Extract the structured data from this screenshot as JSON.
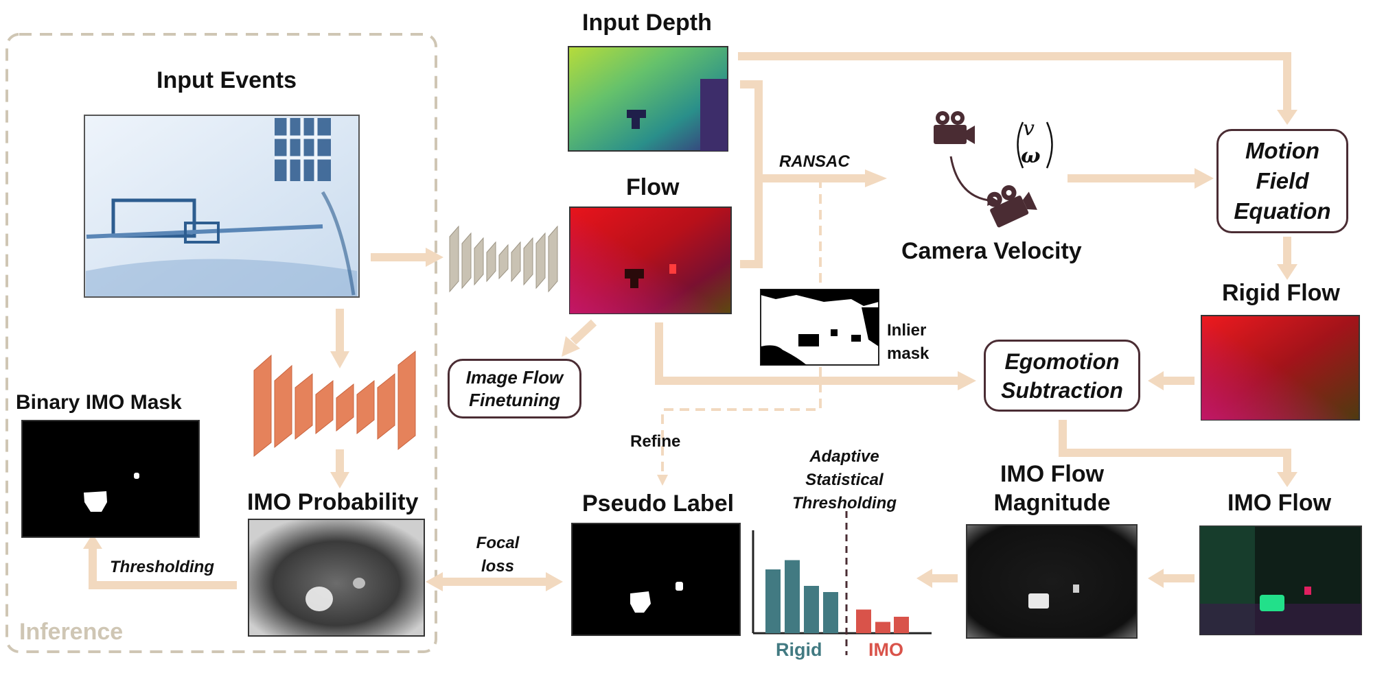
{
  "labels": {
    "input_depth": "Input Depth",
    "input_events": "Input Events",
    "flow": "Flow",
    "ransac": "RANSAC",
    "camera_velocity": "Camera Velocity",
    "velocity_v": "v",
    "velocity_w": "ω",
    "rigid_flow": "Rigid Flow",
    "inlier_mask_line1": "Inlier",
    "inlier_mask_line2": "mask",
    "binary_imo_mask": "Binary IMO Mask",
    "imo_probability": "IMO Probability",
    "thresholding": "Thresholding",
    "inference": "Inference",
    "refine": "Refine",
    "focal_loss_line1": "Focal",
    "focal_loss_line2": "loss",
    "pseudo_label": "Pseudo Label",
    "adaptive_line1": "Adaptive",
    "adaptive_line2": "Statistical",
    "adaptive_line3": "Thresholding",
    "rigid": "Rigid",
    "imo": "IMO",
    "imo_flow_magnitude_line1": "IMO Flow",
    "imo_flow_magnitude_line2": "Magnitude",
    "imo_flow": "IMO Flow"
  },
  "boxes": {
    "motion_field_line1": "Motion",
    "motion_field_line2": "Field",
    "motion_field_line3": "Equation",
    "image_flow_line1": "Image Flow",
    "image_flow_line2": "Finetuning",
    "egomotion_line1": "Egomotion",
    "egomotion_line2": "Subtraction"
  },
  "histogram": {
    "rigid_values": [
      0.62,
      0.71,
      0.46,
      0.4
    ],
    "imo_values": [
      0.23,
      0.11,
      0.16
    ]
  },
  "colors": {
    "arrow": "#f2d9bf",
    "box_border": "#4a2c33",
    "rigid": "#427a82",
    "imo": "#d9534a",
    "network_gray": "#c9c2b3",
    "network_orange": "#e5825b",
    "inference_border": "#cfc6b4",
    "inference_text": "#cfc6b4",
    "camera": "#4a2c33"
  }
}
